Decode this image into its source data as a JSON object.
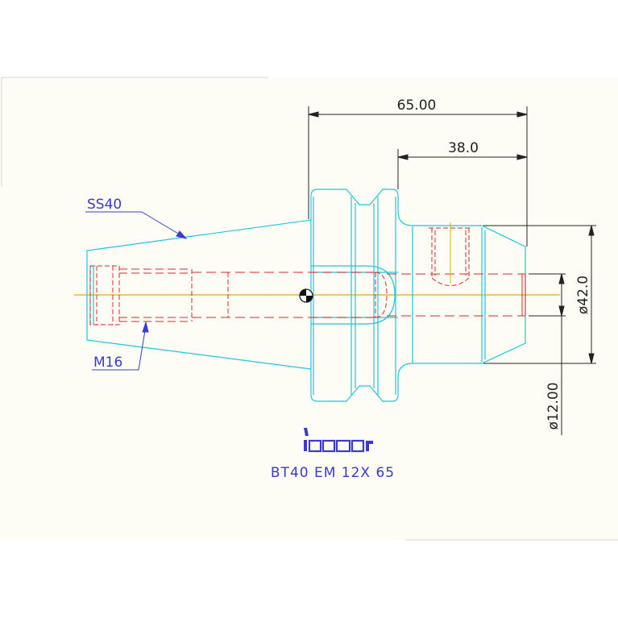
{
  "dimensions": {
    "overall_length": "65.00",
    "clamp_length": "38.0",
    "outer_diameter": "ø42.0",
    "bore_diameter": "ø12.00"
  },
  "labels": {
    "taper": "SS40",
    "thread": "M16"
  },
  "logo": {
    "text": "iscar"
  },
  "caption": "BT40 EM 12X 65",
  "colors": {
    "background": "#fdfdf6",
    "outline": "#19c9d9",
    "hidden": "#e0262a",
    "center": "#e0b000",
    "annotation": "#3a3ad0",
    "dimension": "#222222"
  }
}
